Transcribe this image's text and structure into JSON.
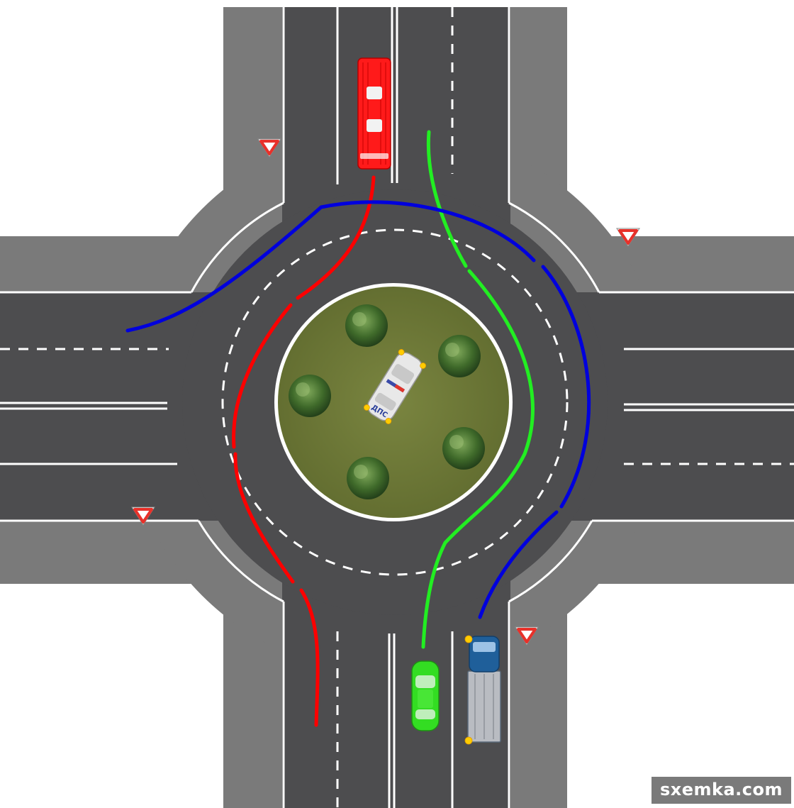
{
  "scene": {
    "title": "",
    "vehicles": [
      {
        "id": "bus",
        "kind": "bus",
        "color": "#ff1a1a"
      },
      {
        "id": "green-car",
        "kind": "car",
        "color": "#33dd22"
      },
      {
        "id": "truck",
        "kind": "truck",
        "color": "#1f5f9a"
      },
      {
        "id": "police-car",
        "kind": "police-car",
        "color": "#e8e8e8",
        "label": "ДПС"
      }
    ],
    "paths": [
      {
        "id": "red-path",
        "color": "#ff0000"
      },
      {
        "id": "green-path",
        "color": "#22ee22"
      },
      {
        "id": "blue-path",
        "color": "#0000dd"
      }
    ],
    "signs": [
      {
        "id": "yield-sign",
        "kind": "yield-triangle"
      }
    ],
    "island": {
      "color": "#6f7a36",
      "trees": 5
    }
  },
  "watermark": "sxemka.com"
}
